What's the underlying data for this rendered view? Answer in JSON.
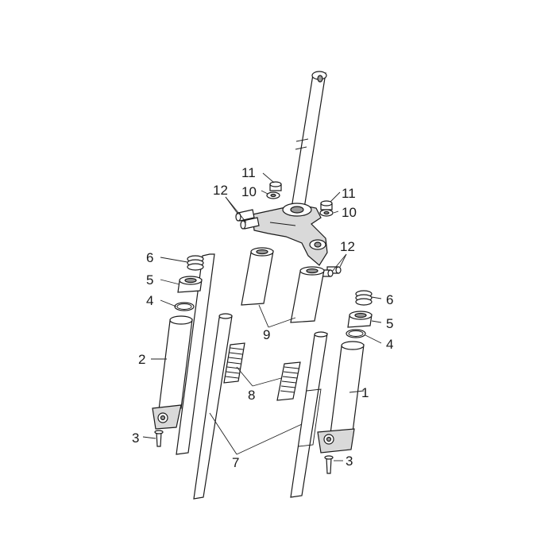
{
  "diagram": {
    "callouts": [
      {
        "id": "c1",
        "label": "1"
      },
      {
        "id": "c2",
        "label": "2"
      },
      {
        "id": "c3a",
        "label": "3"
      },
      {
        "id": "c3b",
        "label": "3"
      },
      {
        "id": "c4a",
        "label": "4"
      },
      {
        "id": "c4b",
        "label": "4"
      },
      {
        "id": "c5a",
        "label": "5"
      },
      {
        "id": "c5b",
        "label": "5"
      },
      {
        "id": "c6a",
        "label": "6"
      },
      {
        "id": "c6b",
        "label": "6"
      },
      {
        "id": "c7",
        "label": "7"
      },
      {
        "id": "c8",
        "label": "8"
      },
      {
        "id": "c9",
        "label": "9"
      },
      {
        "id": "c10a",
        "label": "10"
      },
      {
        "id": "c10b",
        "label": "10"
      },
      {
        "id": "c11a",
        "label": "11"
      },
      {
        "id": "c11b",
        "label": "11"
      },
      {
        "id": "c12a",
        "label": "12"
      },
      {
        "id": "c12b",
        "label": "12"
      }
    ]
  }
}
